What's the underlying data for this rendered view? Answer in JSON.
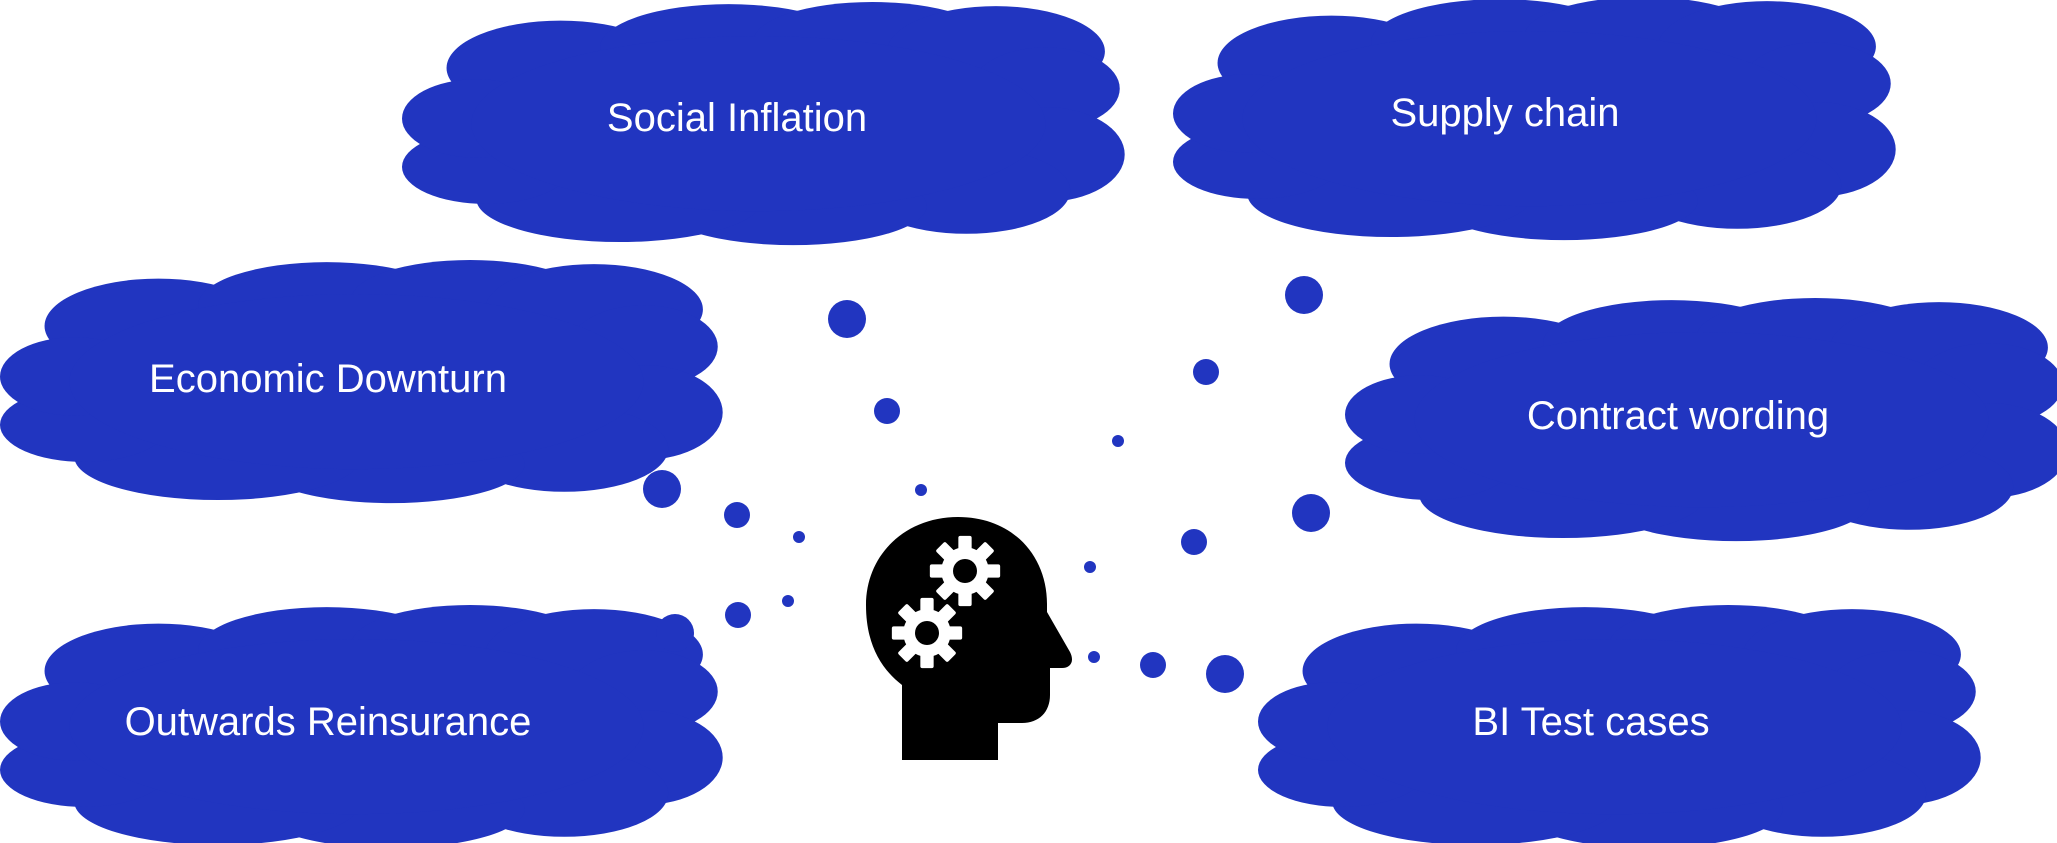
{
  "colors": {
    "cloud": "#2135C0",
    "bubble": "#2135C0",
    "label": "#FFFFFF",
    "head": "#000000",
    "gear": "#FFFFFF",
    "background": "#FFFFFF"
  },
  "icons": {
    "central": "head-with-gears-icon"
  },
  "clouds": [
    {
      "label": "Social Inflation"
    },
    {
      "label": "Supply chain"
    },
    {
      "label": "Economic Downturn"
    },
    {
      "label": "Contract wording"
    },
    {
      "label": "Outwards Reinsurance"
    },
    {
      "label": "BI Test cases"
    }
  ]
}
